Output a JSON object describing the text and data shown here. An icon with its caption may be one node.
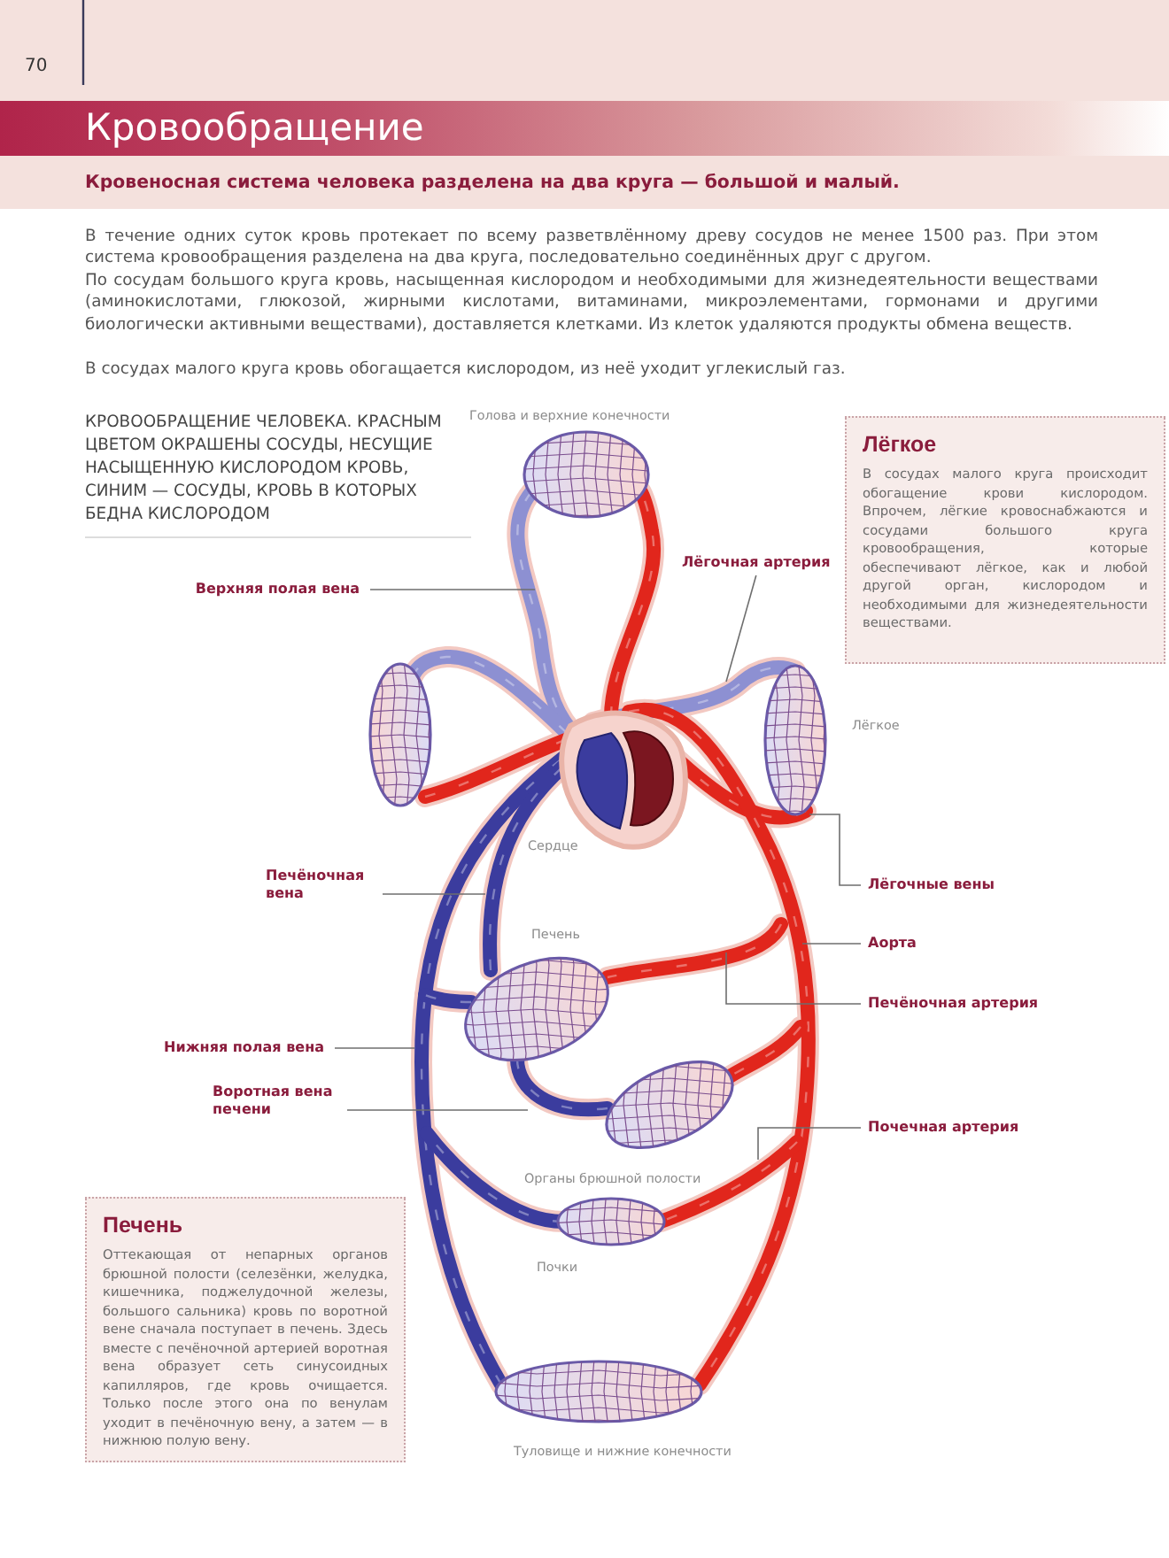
{
  "diagram": {
    "title": "Кровообращение",
    "nodes": [
      {
        "text": [
          "Лёгкое",
          "В сосудах малого круга происходит обогащение крови кислородом. Впрочем, лёгкие кровоснабжаются и сосудами большого круга кровообращения, которые обеспечивают лёгкое, как и любой другой орган, кислородом и необходимыми для жизнедеятельности веществами."
        ]
      },
      {
        "text": [
          "Лёгочная артерия"
        ]
      },
      {
        "text": [
          "Верхняя полая вена"
        ]
      },
      {
        "text": [
          "Печёночная вена"
        ]
      },
      {
        "text": [
          "Лёгочные вены"
        ]
      },
      {
        "text": [
          "Аорта"
        ]
      },
      {
        "text": [
          "Печёночная артерия"
        ]
      },
      {
        "text": [
          "Нижняя полая вена"
        ]
      },
      {
        "text": [
          "Воротная вена печени"
        ]
      },
      {
        "text": [
          "Почечная артерия"
        ]
      },
      {
        "text": [
          "Печень",
          "Оттекающая от непарных органов брюшной полости (селезёнки, желудка, кишечника, поджелудочной железы, большого сальника) кровь по воротной вене сначала поступает в печень. Здесь вместе с печёночной артерией воротная вена образует сеть синусоидных капилляров, где кровь очищается. Только после этого она по венулам уходит в печёночную вену, а затем — в нижнюю полую вену."
        ]
      }
    ],
    "edges": [
      {
        "from": 1,
        "to": null,
        "arrow": "none"
      },
      {
        "from": 2,
        "to": null,
        "arrow": "none"
      },
      {
        "from": 3,
        "to": null,
        "arrow": "none"
      },
      {
        "from": 4,
        "to": null,
        "arrow": "none"
      },
      {
        "from": 5,
        "to": null,
        "arrow": "none"
      },
      {
        "from": 6,
        "to": null,
        "arrow": "none"
      },
      {
        "from": 7,
        "to": null,
        "arrow": "none"
      },
      {
        "from": 8,
        "to": null,
        "arrow": "none"
      },
      {
        "from": 9,
        "to": null,
        "arrow": "none"
      }
    ],
    "labels": [
      "70",
      "Кровеносная система человека разделена на два круга — большой и малый.",
      "В течение одних суток кровь протекает по всему разветвлённому древу сосудов не менее 1500 раз. При этом система кровообращения разделена на два круга, последовательно соединённых друг с другом.",
      "По сосудам большого круга кровь, насыщенная кислородом и необходимыми для жизнедеятельности веществами (аминокислотами, глюкозой, жирными кислотами, витаминами, микроэлементами, гормонами и другими биологически активными веществами), доставляется клетками. Из клеток удаляются продукты обмена веществ.",
      "В сосудах малого круга кровь обогащается кислородом, из неё уходит углекислый газ.",
      "КРОВООБРАЩЕНИЕ ЧЕЛОВЕКА. КРАСНЫМ ЦВЕТОМ ОКРАШЕНЫ СОСУДЫ, НЕСУЩИЕ НАСЫЩЕННУЮ КИСЛОРОДОМ КРОВЬ, СИНИМ — СОСУДЫ, КРОВЬ В КОТОРЫХ БЕДНА КИСЛОРОДОМ",
      "Голова и верхние конечности",
      "Лёгкое",
      "Сердце",
      "Печень",
      "Органы брюшной полости",
      "Почки",
      "Туловище и нижние конечности"
    ]
  }
}
